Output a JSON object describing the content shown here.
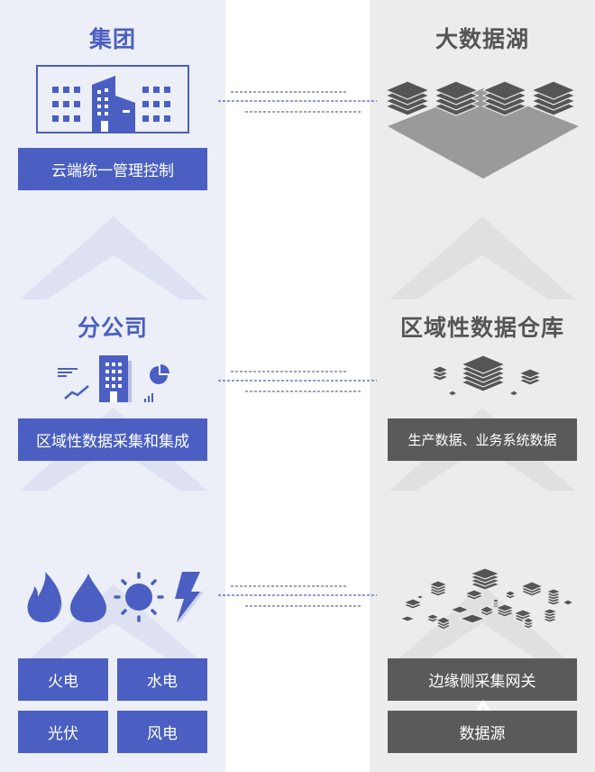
{
  "left": {
    "tier1_title": "集团",
    "tier1_box": "云端统一管理控制",
    "tier2_title": "分公司",
    "tier2_box": "区域性数据采集和集成",
    "sources": [
      "火电",
      "水电",
      "光伏",
      "风电"
    ]
  },
  "right": {
    "tier1_title": "大数据湖",
    "tier2_title": "区域性数据仓库",
    "tier2_box": "生产数据、业务系统数据",
    "tier3_box": "边缘侧采集网关",
    "tier3_source": "数据源"
  },
  "colors": {
    "primary_blue": "#4a5fc1",
    "dark_gray": "#5a5a5a",
    "left_bg": "#eceef8",
    "right_bg": "#ececec"
  },
  "icons": [
    "building-icon",
    "data-lake-icon",
    "report-icons",
    "warehouse-layers-icon",
    "flame-icon",
    "water-drop-icon",
    "sun-icon",
    "lightning-icon",
    "edge-layers-icon"
  ]
}
